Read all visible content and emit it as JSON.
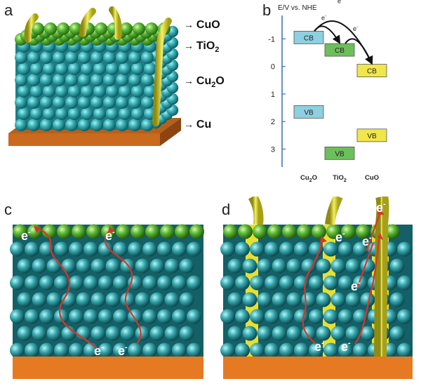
{
  "panels": {
    "a": {
      "letter": "a",
      "layers": [
        {
          "label": "CuO",
          "arrow": "→"
        },
        {
          "label": "TiO",
          "sub": "2",
          "arrow": "→"
        },
        {
          "label": "Cu",
          "sub": "2",
          "tail": "O",
          "arrow": "→"
        },
        {
          "label": "Cu",
          "arrow": "→"
        }
      ]
    },
    "b": {
      "letter": "b",
      "axis_label": "E/V vs. NHE",
      "ticks": [
        "-1",
        "0",
        "1",
        "2",
        "3"
      ],
      "tick_values": [
        -1,
        0,
        1,
        2,
        3
      ],
      "y_range": [
        -1.8,
        3.6
      ],
      "materials": [
        {
          "name": "Cu",
          "sub": "2",
          "tail": "O",
          "color": "#8ecfe0",
          "cb": -1.05,
          "vb": 1.65
        },
        {
          "name": "TiO",
          "sub": "2",
          "tail": "",
          "color": "#6cbf5a",
          "cb": -0.6,
          "vb": 3.15
        },
        {
          "name": "CuO",
          "sub": "",
          "tail": "",
          "color": "#f1e64a",
          "cb": 0.15,
          "vb": 2.5
        }
      ],
      "cb_label": "CB",
      "vb_label": "VB",
      "electron": "e",
      "electron_sup": "-"
    },
    "c": {
      "letter": "c",
      "electron": "e",
      "electron_sup": "-"
    },
    "d": {
      "letter": "d",
      "electron": "e",
      "electron_sup": "-"
    }
  },
  "colors": {
    "cu2o": "#3aa9b0",
    "tio2": "#5cb93a",
    "cu": "#d8701a",
    "cu_front": "#e67a22",
    "nanowire": "#e8e030",
    "arrow": "#d8352a",
    "axis": "#3b6fb0"
  }
}
